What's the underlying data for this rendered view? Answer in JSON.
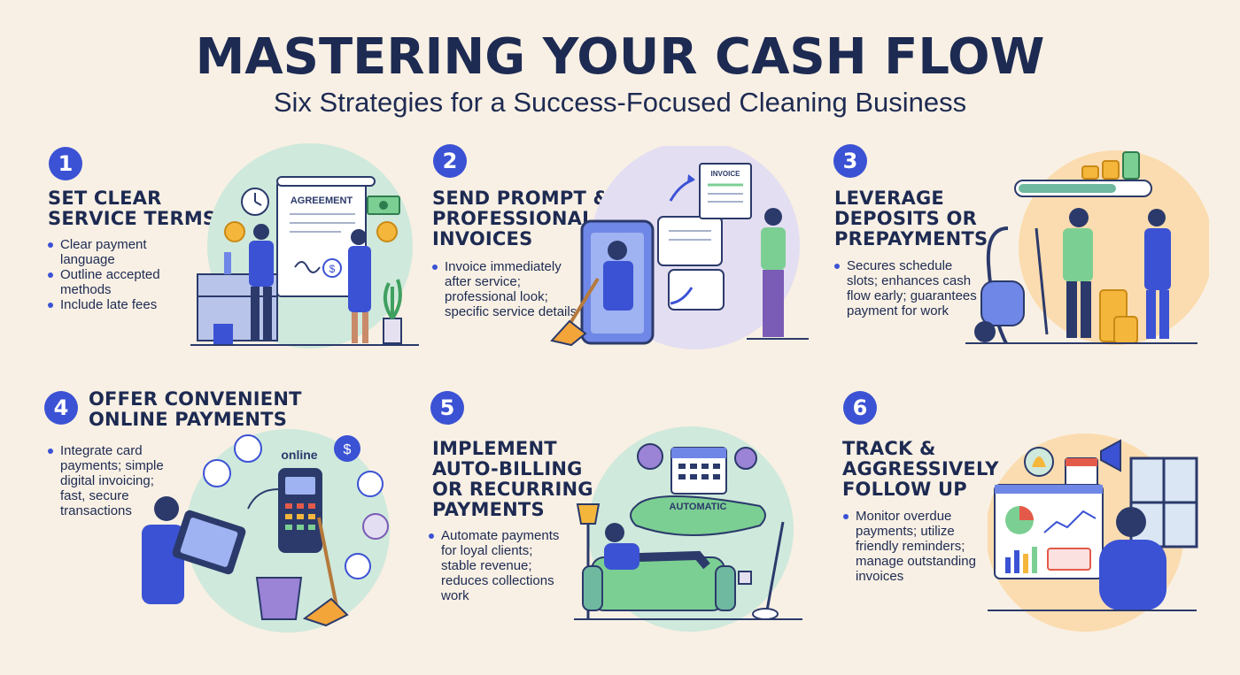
{
  "header": {
    "title": "MASTERING YOUR CASH FLOW",
    "subtitle": "Six Strategies for a Success-Focused Cleaning Business"
  },
  "strategies": [
    {
      "number": "1",
      "heading": [
        "SET CLEAR",
        "SERVICE TERMS"
      ],
      "bullets": [
        "Clear payment language",
        "Outline accepted methods",
        "Include late fees"
      ],
      "art_label": "AGREEMENT"
    },
    {
      "number": "2",
      "heading": [
        "SEND PROMPT &",
        "PROFESSIONAL",
        "INVOICES"
      ],
      "bullets": [
        "Invoice immediately after service; professional look; specific service details"
      ],
      "art_label": "INVOICE"
    },
    {
      "number": "3",
      "heading": [
        "LEVERAGE",
        "DEPOSITS OR",
        "PREPAYMENTS"
      ],
      "bullets": [
        "Secures schedule slots; enhances cash flow early; guarantees payment for work"
      ]
    },
    {
      "number": "4",
      "heading": [
        "OFFER CONVENIENT",
        "ONLINE PAYMENTS"
      ],
      "bullets": [
        "Integrate card payments; simple digital invoicing; fast, secure transactions"
      ],
      "art_label": "online"
    },
    {
      "number": "5",
      "heading": [
        "IMPLEMENT",
        "AUTO-BILLING",
        "OR RECURRING",
        "PAYMENTS"
      ],
      "bullets": [
        "Automate payments for loyal clients; stable revenue; reduces collections work"
      ],
      "art_label": "AUTOMATIC"
    },
    {
      "number": "6",
      "heading": [
        "TRACK &",
        "AGGRESSIVELY",
        "FOLLOW UP"
      ],
      "bullets": [
        "Monitor overdue payments; utilize friendly reminders; manage outstanding invoices"
      ]
    }
  ],
  "colors": {
    "background": "#f8f0e4",
    "accent_blue": "#3b52d4",
    "navy": "#1d2a52",
    "circle_green": "#cfe9dc",
    "circle_purple": "#e4def2",
    "circle_orange": "#fbdcb0"
  }
}
